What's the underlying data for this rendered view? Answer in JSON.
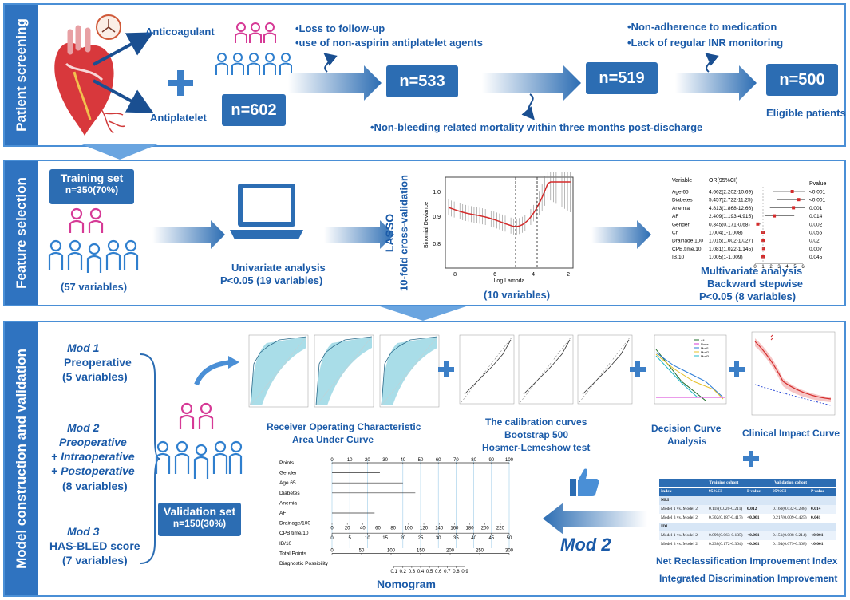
{
  "panels": {
    "screening": "Patient screening",
    "feature": "Feature selection",
    "model": "Model construction and validation"
  },
  "screening": {
    "anticoagulant": "Anticoagulant",
    "antiplatelet": "Antiplatelet",
    "n602": "n=602",
    "n533": "n=533",
    "n519": "n=519",
    "n500": "n=500",
    "excl1a": "•Loss to follow-up",
    "excl1b": "•use of non-aspirin antiplatelet agents",
    "excl2": "•Non-bleeding related mortality within three months post-discharge",
    "excl3a": "•Non-adherence to medication",
    "excl3b": "•Lack of regular INR monitoring",
    "eligible": "Eligible patients"
  },
  "feature": {
    "training": "Training set",
    "training_n": "n=350(70%)",
    "variables57": "(57 variables)",
    "univariate": "Univariate analysis",
    "univariate_p": "P<0.05 (19 variables)",
    "lasso_title": "LASSO",
    "lasso_sub": "10-fold cross-validation",
    "lasso_vars": "(10 variables)",
    "lasso_xlabel": "Log Lambda",
    "lasso_ylabel": "Binomial Deviance",
    "lasso_yticks": [
      "1.0",
      "0.9",
      "0.8"
    ],
    "lasso_xticks": [
      "−8",
      "−6",
      "−4",
      "−2"
    ],
    "multivariate": "Multivariate analysis",
    "backward": "Backward stepwise",
    "multi_p": "P<0.05 (8 variables)",
    "forest_header": {
      "variable": "Variable",
      "or": "OR(95%CI)",
      "p": "Pvalue"
    },
    "forest_rows": [
      {
        "v": "Age.65",
        "or": "4.662(2.202-10.69)",
        "p": "<0.001"
      },
      {
        "v": "Diabetes",
        "or": "5.457(2.722-11.25)",
        "p": "<0.001"
      },
      {
        "v": "Anemia",
        "or": "4.813(1.868-12.66)",
        "p": "0.001"
      },
      {
        "v": "AF",
        "or": "2.409(1.193-4.915)",
        "p": "0.014"
      },
      {
        "v": "Gender",
        "or": "0.345(0.171-0.68)",
        "p": "0.002"
      },
      {
        "v": "Cr",
        "or": "1.004(1-1.008)",
        "p": "0.055"
      },
      {
        "v": "Drainage.100",
        "or": "1.015(1.002-1.027)",
        "p": "0.02"
      },
      {
        "v": "CPB.time.10",
        "or": "1.081(1.022-1.145)",
        "p": "0.007"
      },
      {
        "v": "IB.10",
        "or": "1.005(1-1.009)",
        "p": "0.045"
      }
    ],
    "forest_axis": [
      "0",
      "1",
      "2",
      "3",
      "4",
      "5",
      "6"
    ]
  },
  "model": {
    "mod1_title": "Mod 1",
    "mod1_desc": "Preoperative",
    "mod1_vars": "(5 variables)",
    "mod2_title": "Mod 2",
    "mod2_desc1": "Preoperative",
    "mod2_desc2": "+ Intraoperative",
    "mod2_desc3": "+ Postoperative",
    "mod2_vars": "(8 variables)",
    "mod3_title": "Mod 3",
    "mod3_desc": "HAS-BLED score",
    "mod3_vars": "(7 variables)",
    "validation": "Validation set",
    "validation_n": "n=150(30%)",
    "roc1": "Receiver Operating Characteristic",
    "roc2": "Area Under Curve",
    "cal1": "The calibration curves",
    "cal2": "Bootstrap 500",
    "cal3": "Hosmer-Lemeshow test",
    "dca1": "Decision Curve",
    "dca2": "Analysis",
    "cic": "Clinical Impact Curve",
    "nri": "Net Reclassification Improvement Index",
    "idi": "Integrated Discrimination Improvement",
    "nomogram": "Nomogram",
    "mod2_arrow": "Mod 2",
    "nomo_rows": [
      "Points",
      "Gender",
      "Age 65",
      "Diabetes",
      "Anemia",
      "AF",
      "Drainage/100",
      "CPB time/10",
      "IB/10",
      "Total Points",
      "Diagnostic Possibility"
    ],
    "nomo_points_ticks": [
      "0",
      "10",
      "20",
      "30",
      "40",
      "50",
      "60",
      "70",
      "80",
      "90",
      "100"
    ],
    "nomo_drain_ticks": [
      "0",
      "20",
      "40",
      "60",
      "80",
      "100",
      "120",
      "140",
      "160",
      "180",
      "200",
      "220"
    ],
    "nomo_cpb_ticks": [
      "0",
      "5",
      "10",
      "15",
      "20",
      "25",
      "30",
      "35",
      "40",
      "45",
      "50"
    ],
    "nomo_total_ticks": [
      "0",
      "50",
      "100",
      "150",
      "200",
      "250",
      "300"
    ],
    "nomo_prob_ticks": [
      "0.1",
      "0.2",
      "0.3",
      "0.4",
      "0.5",
      "0.6",
      "0.7",
      "0.8",
      "0.9"
    ],
    "nri_table": {
      "head_a": "Training cohort",
      "head_b": "Validation cohort",
      "cols": [
        "Index",
        "95%CI",
        "P value",
        "95%CI",
        "P value"
      ],
      "sec1": "NRI",
      "rows1": [
        [
          "Model 1 vs. Model 2",
          "0.118(0.020-0.211)",
          "0.012",
          "0.160(0.032-0.288)",
          "0.014"
        ],
        [
          "Model 3 vs. Model 2",
          "0.302(0.187-0.417)",
          "<0.001",
          "0.217(0.009-0.425)",
          "0.041"
        ]
      ],
      "sec2": "IDI",
      "rows2": [
        [
          "Model 1 vs. Model 2",
          "0.099(0.063-0.135)",
          "<0.001",
          "0.151(0.088-0.214)",
          "<0.001"
        ],
        [
          "Model 3 vs. Model 2",
          "0.238(0.172-0.304)",
          "<0.001",
          "0.194(0.079-0.308)",
          "<0.001"
        ]
      ]
    },
    "dca_legend": [
      "All",
      "None",
      "Mod1",
      "Mod2",
      "Mod3"
    ]
  },
  "colors": {
    "primary": "#2c6db3",
    "panel_border": "#4a8fd6",
    "person_pink": "#d63a96",
    "person_blue": "#2f7fce",
    "curve_red": "#d42a2a",
    "band": "#a9dde8"
  }
}
